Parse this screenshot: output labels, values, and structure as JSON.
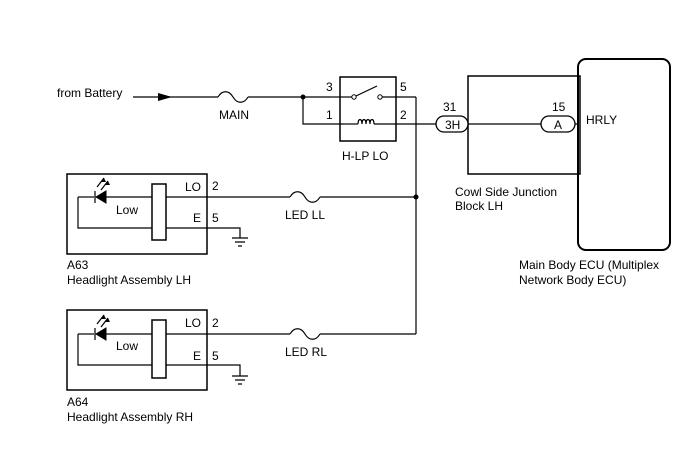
{
  "source": {
    "label": "from Battery"
  },
  "fuses": {
    "main": "MAIN",
    "led_ll": "LED LL",
    "led_rl": "LED RL"
  },
  "relay": {
    "name": "H-LP LO",
    "pins": {
      "p3": "3",
      "p5": "5",
      "p1": "1",
      "p2": "2"
    }
  },
  "junction": {
    "name_line1": "Cowl Side Junction",
    "name_line2": "Block LH",
    "pin": "31",
    "connector": "3H"
  },
  "ecu": {
    "name_line1": "Main Body ECU (Multiplex",
    "name_line2": "Network Body ECU)",
    "pin": "15",
    "connector": "A",
    "terminal": "HRLY"
  },
  "headlight_lh": {
    "code": "A63",
    "name": "Headlight Assembly LH",
    "led_label": "Low",
    "lo_label": "LO",
    "e_label": "E",
    "lo_pin": "2",
    "e_pin": "5"
  },
  "headlight_rh": {
    "code": "A64",
    "name": "Headlight Assembly RH",
    "led_label": "Low",
    "lo_label": "LO",
    "e_label": "E",
    "lo_pin": "2",
    "e_pin": "5"
  }
}
